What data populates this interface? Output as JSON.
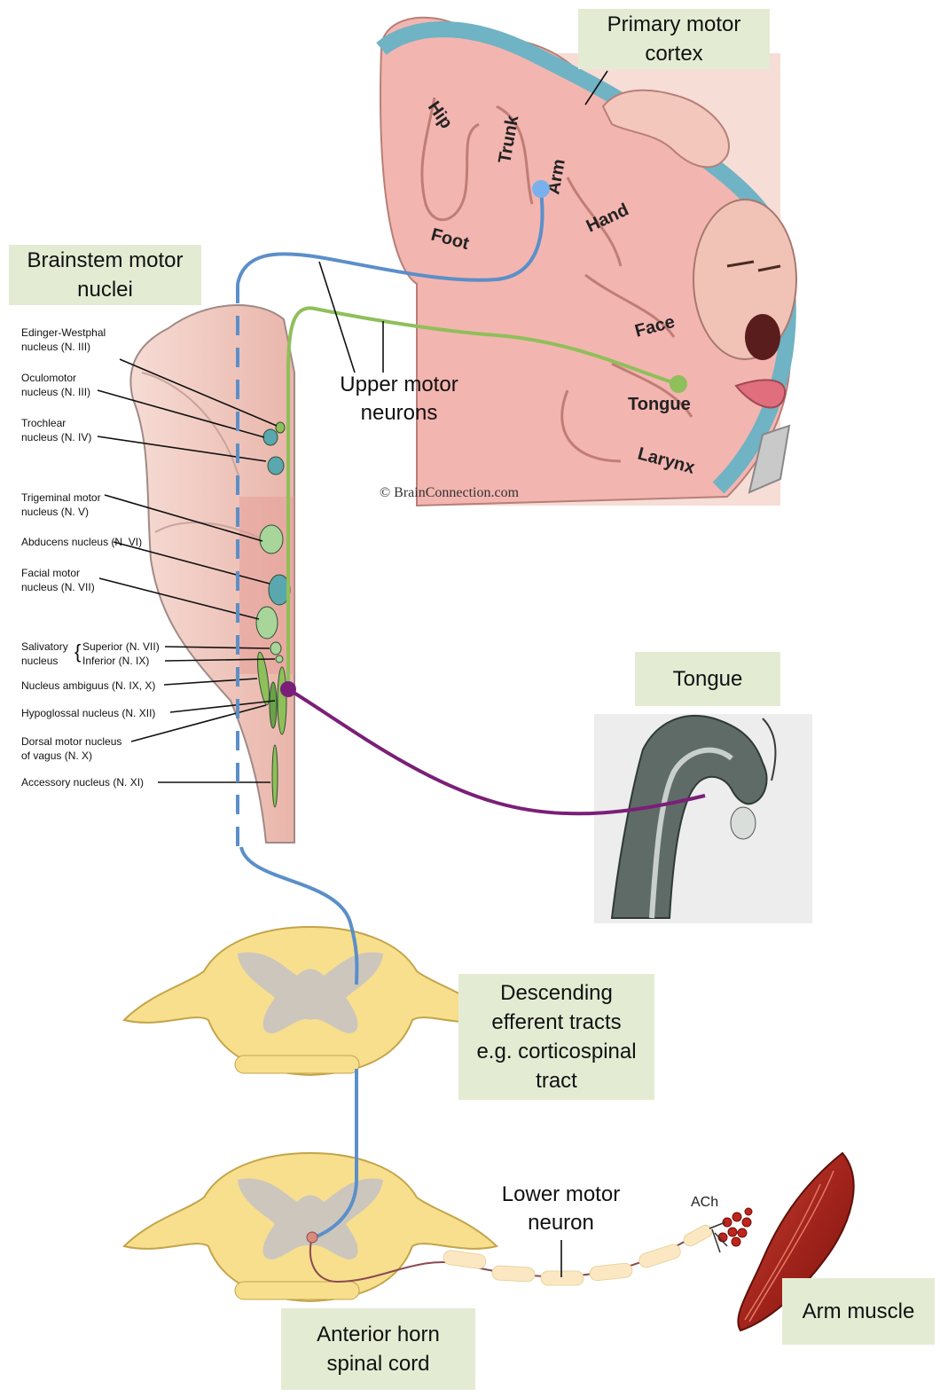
{
  "title_boxes": {
    "primary_motor_cortex": [
      "Primary motor",
      "cortex"
    ],
    "brainstem_motor_nuclei": [
      "Brainstem motor",
      "nuclei"
    ],
    "tongue": "Tongue",
    "descending_tracts": [
      "Descending",
      "efferent tracts",
      "e.g. corticospinal",
      "tract"
    ],
    "arm_muscle": "Arm muscle",
    "anterior_horn": [
      "Anterior horn",
      "spinal cord"
    ]
  },
  "labels": {
    "upper_motor_neurons": [
      "Upper motor",
      "neurons"
    ],
    "lower_motor_neuron": [
      "Lower motor",
      "neuron"
    ],
    "ach": "ACh",
    "copyright": "© BrainConnection.com"
  },
  "cortex_regions": [
    "Hip",
    "Trunk",
    "Arm",
    "Foot",
    "Hand",
    "Face",
    "Tongue",
    "Larynx"
  ],
  "nuclei": [
    [
      "Edinger-Westphal",
      "nucleus (N. III)"
    ],
    [
      "Oculomotor",
      "nucleus (N. III)"
    ],
    [
      "Trochlear",
      "nucleus (N. IV)"
    ],
    [
      "Trigeminal motor",
      "nucleus (N. V)"
    ],
    [
      "Abducens nucleus (N. VI)"
    ],
    [
      "Facial motor",
      "nucleus (N. VII)"
    ],
    [
      "Salivatory",
      "nucleus"
    ],
    [
      "Nucleus ambiguus (N. IX, X)"
    ],
    [
      "Hypoglossal nucleus (N. XII)"
    ],
    [
      "Dorsal motor nucleus",
      "of vagus (N. X)"
    ],
    [
      "Accessory nucleus (N. XI)"
    ]
  ],
  "salivatory_sub": [
    "Superior (N. VII)",
    "Inferior (N. IX)"
  ],
  "colors": {
    "box_fill": "#e3ecd3",
    "upper_neuron_arm": "#5b8fc9",
    "upper_neuron_tongue": "#8fbf5a",
    "lower_neuron_tongue": "#7a1f78",
    "cortex_pink": "#f3b5b0",
    "cortex_blue": "#6fb3c4",
    "spinal_yellow": "#f7df8e",
    "grey_matter": "#cdc6bd"
  }
}
